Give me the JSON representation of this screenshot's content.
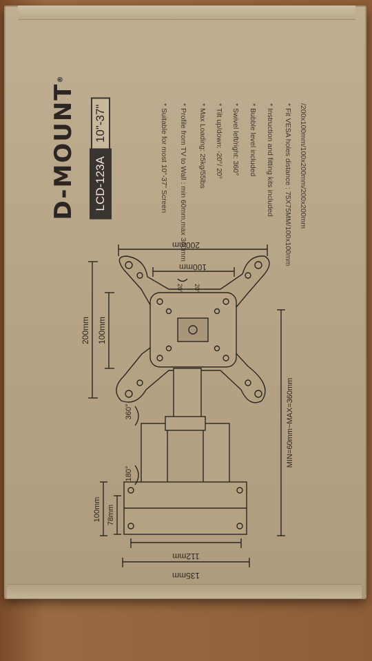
{
  "brand": {
    "logo_text": "D-MOUNT",
    "registered": "®"
  },
  "model": {
    "code": "LCD-123A",
    "size_range": "10\"-37\""
  },
  "specs": [
    "* Suitable for most 10\"-37\" Screen",
    "* Profile from TV to Wall : min 60mm,max 360mm",
    "* Max Loading: 25kg/55lbs",
    "* Tilt up/down: -20°/ 20°",
    "* Swivel left/right: 360°",
    "* Bubble level included",
    "* Instruction and fitting kits included",
    "* Fit VESA holes distance : 75X75MM/100x100mm",
    "/200x100mm/100x200mm/200x200mm"
  ],
  "dimensions": {
    "top_200": "200mm",
    "top_100": "100mm",
    "side_200": "200mm",
    "side_100": "100mm",
    "tilt_up": "20°",
    "tilt_down": "20°",
    "swivel": "360°",
    "rotate": "180°",
    "depth_label": "MIN=60mm~MAX=360mm",
    "plate_100": "100mm",
    "plate_78": "78mm",
    "plate_112": "112mm",
    "plate_135": "135mm"
  },
  "colors": {
    "cardboard": "#b8a587",
    "ink": "#2b2622",
    "table": "#8a5a34"
  }
}
